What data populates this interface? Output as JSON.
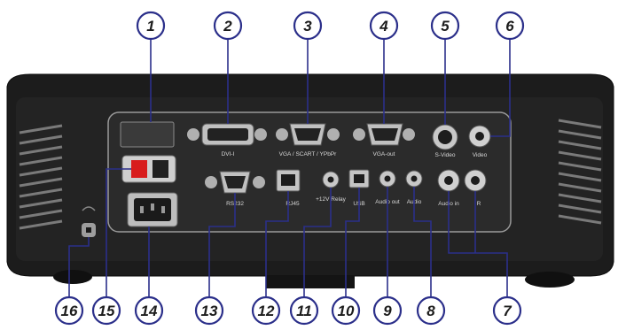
{
  "diagram": {
    "callouts": [
      {
        "num": "1"
      },
      {
        "num": "2"
      },
      {
        "num": "3"
      },
      {
        "num": "4"
      },
      {
        "num": "5"
      },
      {
        "num": "6"
      },
      {
        "num": "7"
      },
      {
        "num": "8"
      },
      {
        "num": "9"
      },
      {
        "num": "10"
      },
      {
        "num": "11"
      },
      {
        "num": "12"
      },
      {
        "num": "13"
      },
      {
        "num": "14"
      },
      {
        "num": "15"
      },
      {
        "num": "16"
      }
    ],
    "port_labels": {
      "dvi": "DVI-I",
      "vga_in": "VGA / SCART / YPbPr",
      "vga_out": "VGA-out",
      "svideo": "S-Video",
      "video": "Video",
      "rs232": "RS232",
      "rj45": "RJ45",
      "dc": "+12V Relay",
      "usb": "USB",
      "audio_out": "Audio out",
      "audio": "Audio",
      "audio_in_l": "Audio in",
      "audio_in_r": "R"
    },
    "colors": {
      "callout_ring": "#2b2f8a",
      "body_dark": "#1b1b1b",
      "panel": "#2a2a2a",
      "metal": "#b9b9b9"
    }
  }
}
